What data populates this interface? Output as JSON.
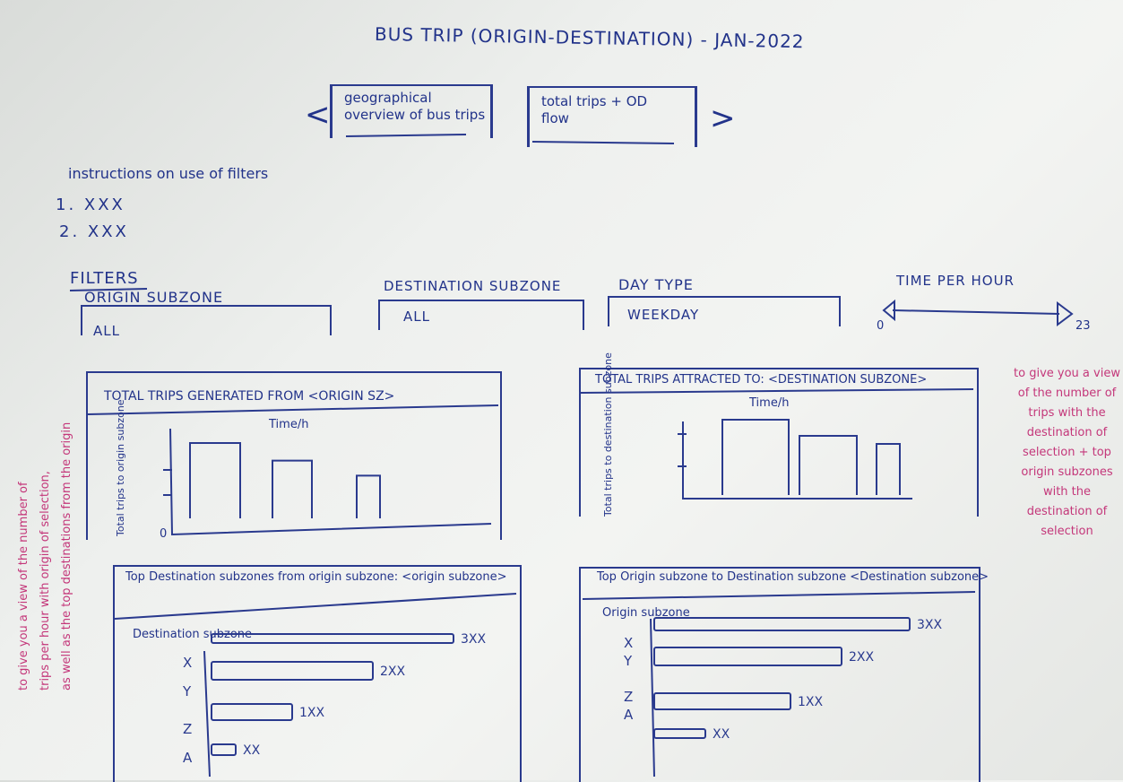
{
  "page": {
    "title": "BUS TRIP (ORIGIN-DESTINATION) - JAN-2022"
  },
  "nav": {
    "prev_icon": "chevron-left-icon",
    "next_icon": "chevron-right-icon",
    "tab1": "geographical overview of bus trips",
    "tab2": "total trips + OD flow"
  },
  "instructions": {
    "heading": "instructions on use of filters",
    "items": [
      "1. XXX",
      "2. XXX"
    ]
  },
  "filters": {
    "heading": "FILTERS",
    "origin": {
      "label": "ORIGIN SUBZONE",
      "value": "ALL"
    },
    "destination": {
      "label": "DESTINATION SUBZONE",
      "value": "ALL"
    },
    "day_type": {
      "label": "DAY TYPE",
      "value": "WEEKDAY"
    },
    "time": {
      "label": "TIME PER HOUR",
      "min": "0",
      "max": "23"
    }
  },
  "panels": {
    "generated": {
      "title": "TOTAL TRIPS GENERATED FROM <ORIGIN SZ>",
      "xlabel": "Time/h",
      "ylabel": "Total trips to origin subzone",
      "zero": "0"
    },
    "attracted": {
      "title": "TOTAL TRIPS ATTRACTED TO: <DESTINATION SUBZONE>",
      "xlabel": "Time/h",
      "ylabel": "Total trips to destination subzone"
    },
    "top_dest": {
      "title": "Top Destination subzones from origin subzone: <origin subzone>",
      "axis_label": "Destination subzone"
    },
    "top_origin": {
      "title": "Top Origin subzone to Destination subzone <Destination subzone>",
      "axis_label": "Origin subzone"
    }
  },
  "notes": {
    "right": "to give you a view of the number of trips with the destination of selection + top origin subzones with the destination of selection",
    "left": [
      "to give you a view of the number of",
      "trips per hour with origin of selection,",
      "as well as the top destinations from the origin"
    ]
  },
  "chart_data": [
    {
      "type": "bar",
      "title": "TOTAL TRIPS GENERATED FROM <ORIGIN SZ>",
      "xlabel": "Time/h",
      "ylabel": "Total trips to origin subzone",
      "values": [
        3,
        2.3,
        1.7
      ]
    },
    {
      "type": "bar",
      "title": "TOTAL TRIPS ATTRACTED TO: <DESTINATION SUBZONE>",
      "xlabel": "Time/h",
      "ylabel": "Total trips to destination subzone",
      "values": [
        2.8,
        2.2,
        1.9
      ]
    },
    {
      "type": "bar",
      "orientation": "horizontal",
      "title": "Top Destination subzones from origin subzone: <origin subzone>",
      "ylabel": "Destination subzone",
      "categories": [
        "X",
        "Y",
        "Z",
        "A"
      ],
      "value_labels": [
        "3XX",
        "2XX",
        "1XX",
        "XX"
      ],
      "values": [
        300,
        200,
        100,
        30
      ]
    },
    {
      "type": "bar",
      "orientation": "horizontal",
      "title": "Top Origin subzone to Destination subzone <Destination subzone>",
      "ylabel": "Origin subzone",
      "categories": [
        "X",
        "Y",
        "Z",
        "A"
      ],
      "value_labels": [
        "3XX",
        "2XX",
        "1XX",
        "XX"
      ],
      "values": [
        300,
        220,
        160,
        60
      ]
    }
  ]
}
